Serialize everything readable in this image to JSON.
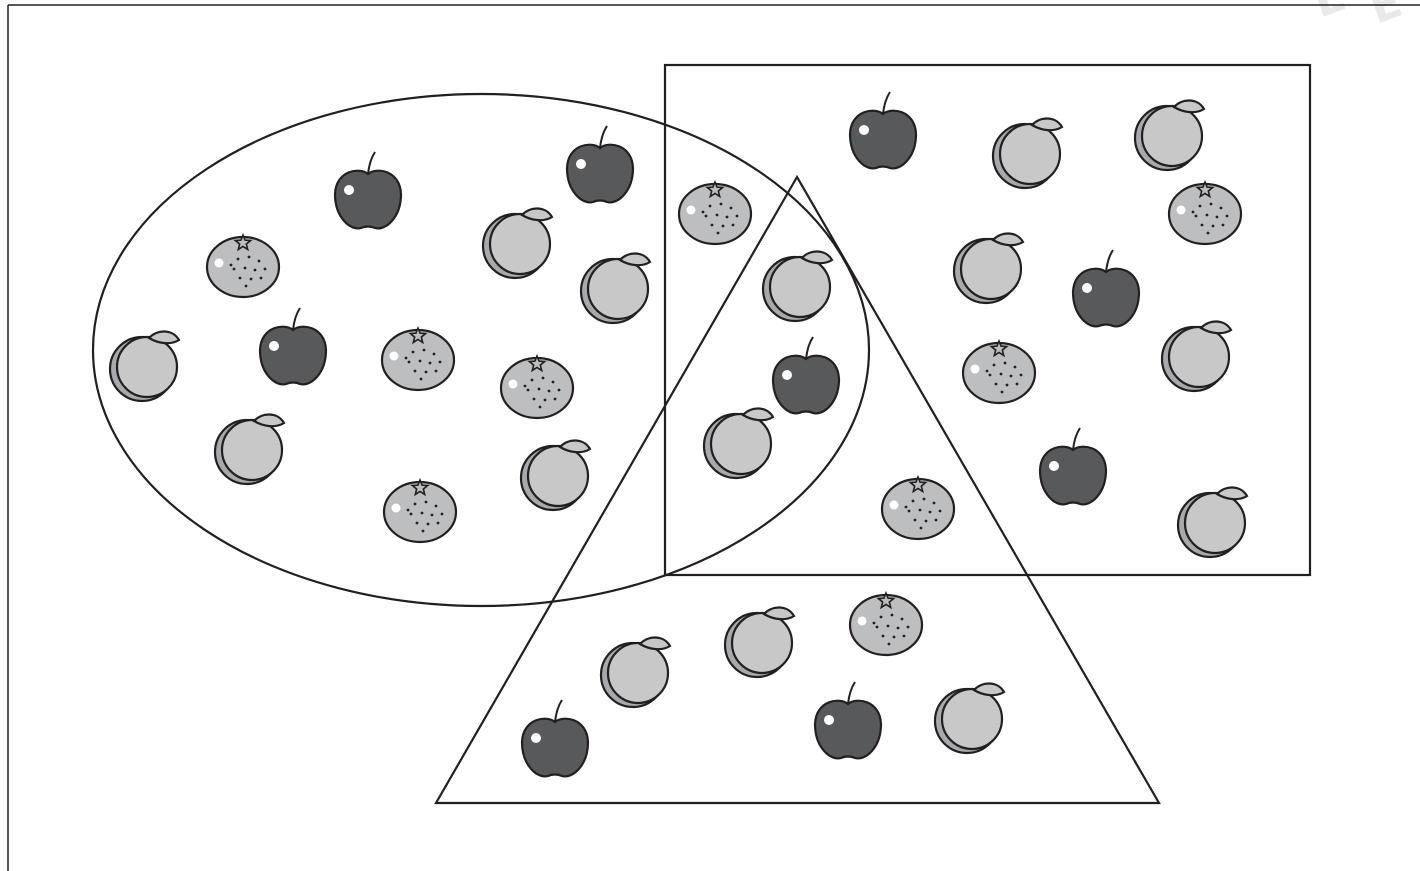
{
  "colors": {
    "line": "#231f20",
    "apple": "#58595b",
    "peach": "#c8c8c8",
    "peach_shadow": "#a7a9ac",
    "orange": "#bcbec0",
    "highlight": "#ffffff"
  },
  "regions": [
    {
      "name": "ellipse-region",
      "shape": "ellipse"
    },
    {
      "name": "rectangle-region",
      "shape": "rectangle"
    },
    {
      "name": "triangle-region",
      "shape": "triangle"
    }
  ],
  "fruit_types": [
    "apple",
    "peach",
    "orange"
  ],
  "counts": {
    "ellipse_only": {
      "apple": 3,
      "peach": 5,
      "orange": 4
    },
    "rectangle_only": {
      "apple": 3,
      "peach": 5,
      "orange": 2
    },
    "triangle_only": {
      "apple": 2,
      "peach": 3,
      "orange": 1
    },
    "ellipse_and_rectangle": {
      "apple": 0,
      "peach": 0,
      "orange": 1
    },
    "ellipse_and_rectangle_and_triangle": {
      "apple": 1,
      "peach": 2,
      "orange": 0
    },
    "rectangle_and_triangle": {
      "apple": 0,
      "peach": 0,
      "orange": 1
    }
  }
}
